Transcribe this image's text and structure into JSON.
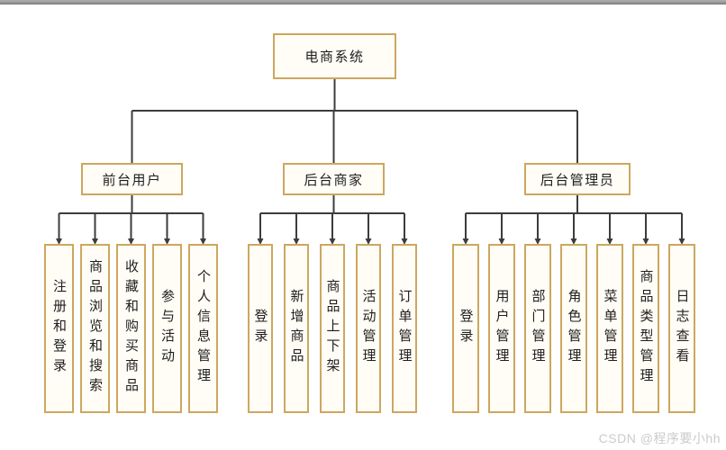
{
  "colors": {
    "box_border": "#cda75e",
    "box_fill": "#fffdf6",
    "text": "#1e1e1e",
    "line": "#3c3c3c",
    "watermark": "#cbcbcb",
    "top_bar": "#9b9b9b"
  },
  "watermark": {
    "text": "CSDN @程序要小hh"
  },
  "tree": {
    "root": {
      "label": "电商系统"
    },
    "groups": [
      {
        "label": "前台用户",
        "children": [
          "注册和登录",
          "商品浏览和搜索",
          "收藏和购买商品",
          "参与活动",
          "个人信息管理"
        ]
      },
      {
        "label": "后台商家",
        "children": [
          "登录",
          "新增商品",
          "商品上下架",
          "活动管理",
          "订单管理"
        ]
      },
      {
        "label": "后台管理员",
        "children": [
          "登录",
          "用户管理",
          "部门管理",
          "角色管理",
          "菜单管理",
          "商品类型管理",
          "日志查看"
        ]
      }
    ]
  }
}
